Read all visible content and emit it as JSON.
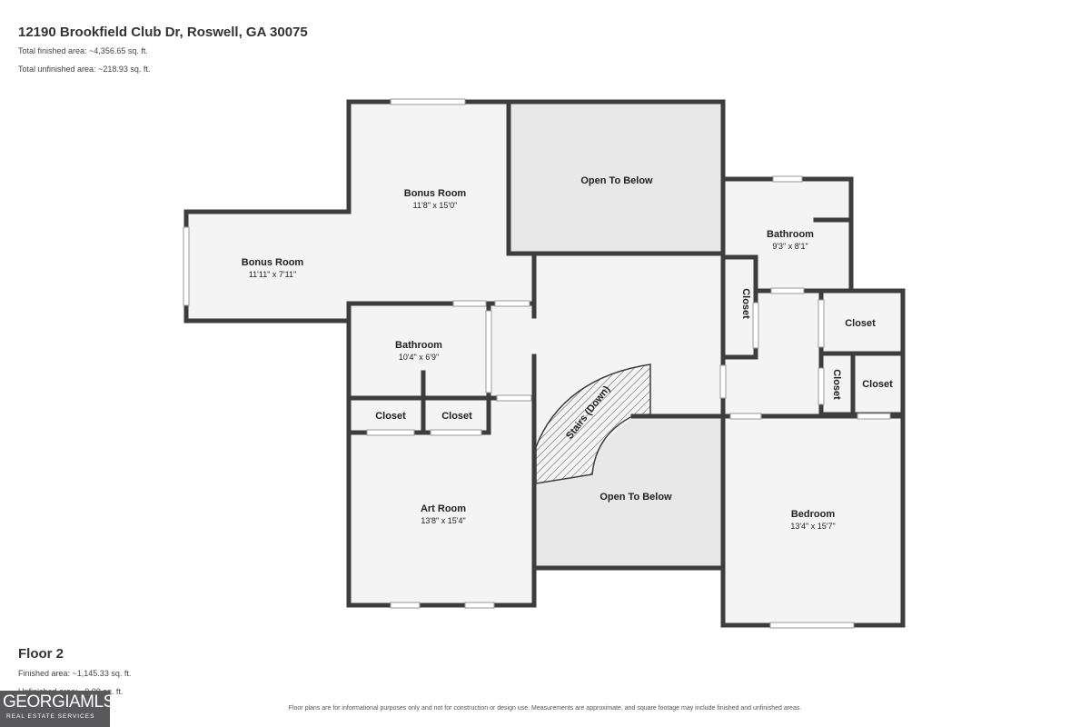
{
  "header": {
    "address": "12190 Brookfield Club Dr, Roswell, GA 30075",
    "total_finished": "Total finished area: ~4,356.65 sq. ft.",
    "total_unfinished": "Total unfinished area: ~218.93 sq. ft."
  },
  "floor": {
    "title": "Floor 2",
    "finished": "Finished area: ~1,145.33 sq. ft.",
    "unfinished": "Unfinished area: ~0.00 sq. ft."
  },
  "rooms": {
    "bonus_room_upper": {
      "name": "Bonus Room",
      "dims": "11'8\" x 15'0\""
    },
    "bonus_room_left": {
      "name": "Bonus Room",
      "dims": "11'11\" x 7'11\""
    },
    "open_to_below_top": {
      "name": "Open To Below"
    },
    "bathroom_right": {
      "name": "Bathroom",
      "dims": "9'3\" x 8'1\""
    },
    "bathroom_left": {
      "name": "Bathroom",
      "dims": "10'4\" x 6'9\""
    },
    "closet_left_1": {
      "name": "Closet"
    },
    "closet_left_2": {
      "name": "Closet"
    },
    "closet_vertical_1": {
      "name": "Closet"
    },
    "closet_right_top": {
      "name": "Closet"
    },
    "closet_vertical_2": {
      "name": "Closet"
    },
    "closet_right_small": {
      "name": "Closet"
    },
    "stairs": {
      "name": "Stairs (Down)"
    },
    "art_room": {
      "name": "Art Room",
      "dims": "13'8\" x 15'4\""
    },
    "open_to_below_bottom": {
      "name": "Open To Below"
    },
    "bedroom": {
      "name": "Bedroom",
      "dims": "13'4\" x 15'7\""
    }
  },
  "footer": {
    "disclaimer": "Floor plans are for informational purposes only and not for construction or design use. Measurements are approximate, and square footage may include finished and unfinished areas."
  },
  "logo": {
    "main": "GEORGIAMLS",
    "sub": "REAL ESTATE SERVICES"
  },
  "colors": {
    "wall": "#3d3d3d",
    "floor_fill": "#f4f4f4",
    "open_fill": "#e8e8e8",
    "logo_bg": "#59595b"
  }
}
